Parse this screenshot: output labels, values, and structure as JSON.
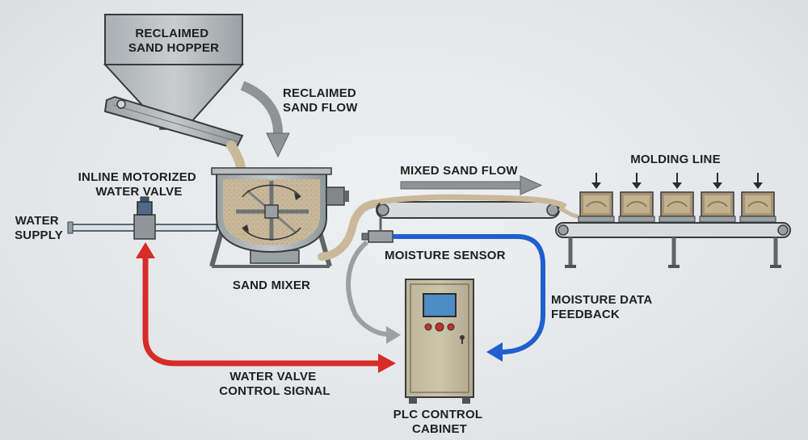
{
  "labels": {
    "hopper": [
      "RECLAIMED",
      "SAND HOPPER"
    ],
    "sand_flow": [
      "RECLAIMED",
      "SAND FLOW"
    ],
    "valve": [
      "INLINE MOTORIZED",
      "WATER VALVE"
    ],
    "water_supply": [
      "WATER",
      "SUPPLY"
    ],
    "mixer": "SAND MIXER",
    "mixed_flow": "MIXED SAND FLOW",
    "molding_line": "MOLDING LINE",
    "moisture_sensor": "MOISTURE SENSOR",
    "moisture_feedback": [
      "MOISTURE DATA",
      "FEEDBACK"
    ],
    "valve_signal": [
      "WATER VALVE",
      "CONTROL SIGNAL"
    ],
    "plc": [
      "PLC CONTROL",
      "CABINET"
    ]
  },
  "colors": {
    "sand": "#c9b99a",
    "metal": "#aab0b4",
    "cabinet": "#c8c0a6",
    "signal_red": "#d62b27",
    "feedback_blue": "#1f5fcf",
    "flow_gray": "#8e9395",
    "sensor_signal": "#9aa1a3"
  }
}
